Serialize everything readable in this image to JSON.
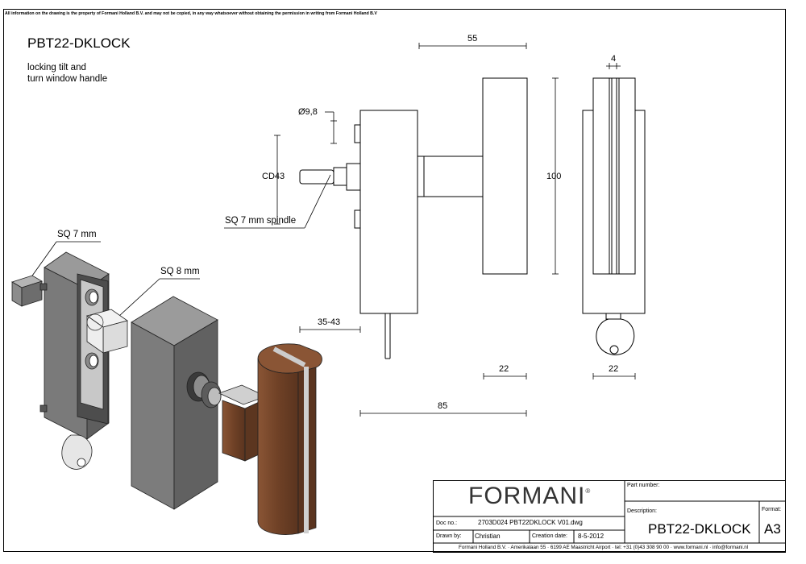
{
  "notice": "All information on the drawing is the property of Formani Holland B.V. and may not be copied, in any way whatsoever without obtaining the permission in writing from Formani Holland B.V",
  "header": {
    "title": "PBT22-DKLOCK",
    "subtitle_line1": "locking tilt and",
    "subtitle_line2": "turn window handle"
  },
  "callouts": {
    "sq7": "SQ 7 mm",
    "sq8": "SQ 8 mm",
    "spindle": "SQ 7 mm spindle"
  },
  "dimensions": {
    "d55": "55",
    "d4": "4",
    "diameter": "Ø9,8",
    "cd": "CD43",
    "d100": "100",
    "d3543": "35-43",
    "d22a": "22",
    "d22b": "22",
    "d85": "85"
  },
  "title_block": {
    "logo": "FORMANI",
    "logo_mark": "®",
    "part_number_label": "Part number:",
    "description_label": "Description:",
    "description_value": "PBT22-DKLOCK",
    "format_label": "Format:",
    "format_value": "A3",
    "doc_no_label": "Doc no.:",
    "doc_no_value": "2703D024 PBT22DKLOCK V01.dwg",
    "drawn_by_label": "Drawn by:",
    "drawn_by_value": "Christian",
    "creation_date_label": "Creation date:",
    "creation_date_value": "8-5-2012",
    "footer": "Formani Holland B.V. · Amerikalaan 55 · 6199 AE Maastricht Airport · tel: +31 (0)43 308 90 00 · www.formani.nl · info@formani.nl"
  },
  "colors": {
    "wood": "#7a4a2c",
    "metal_dark": "#6e6e6e",
    "metal_light": "#bdbdbd"
  }
}
